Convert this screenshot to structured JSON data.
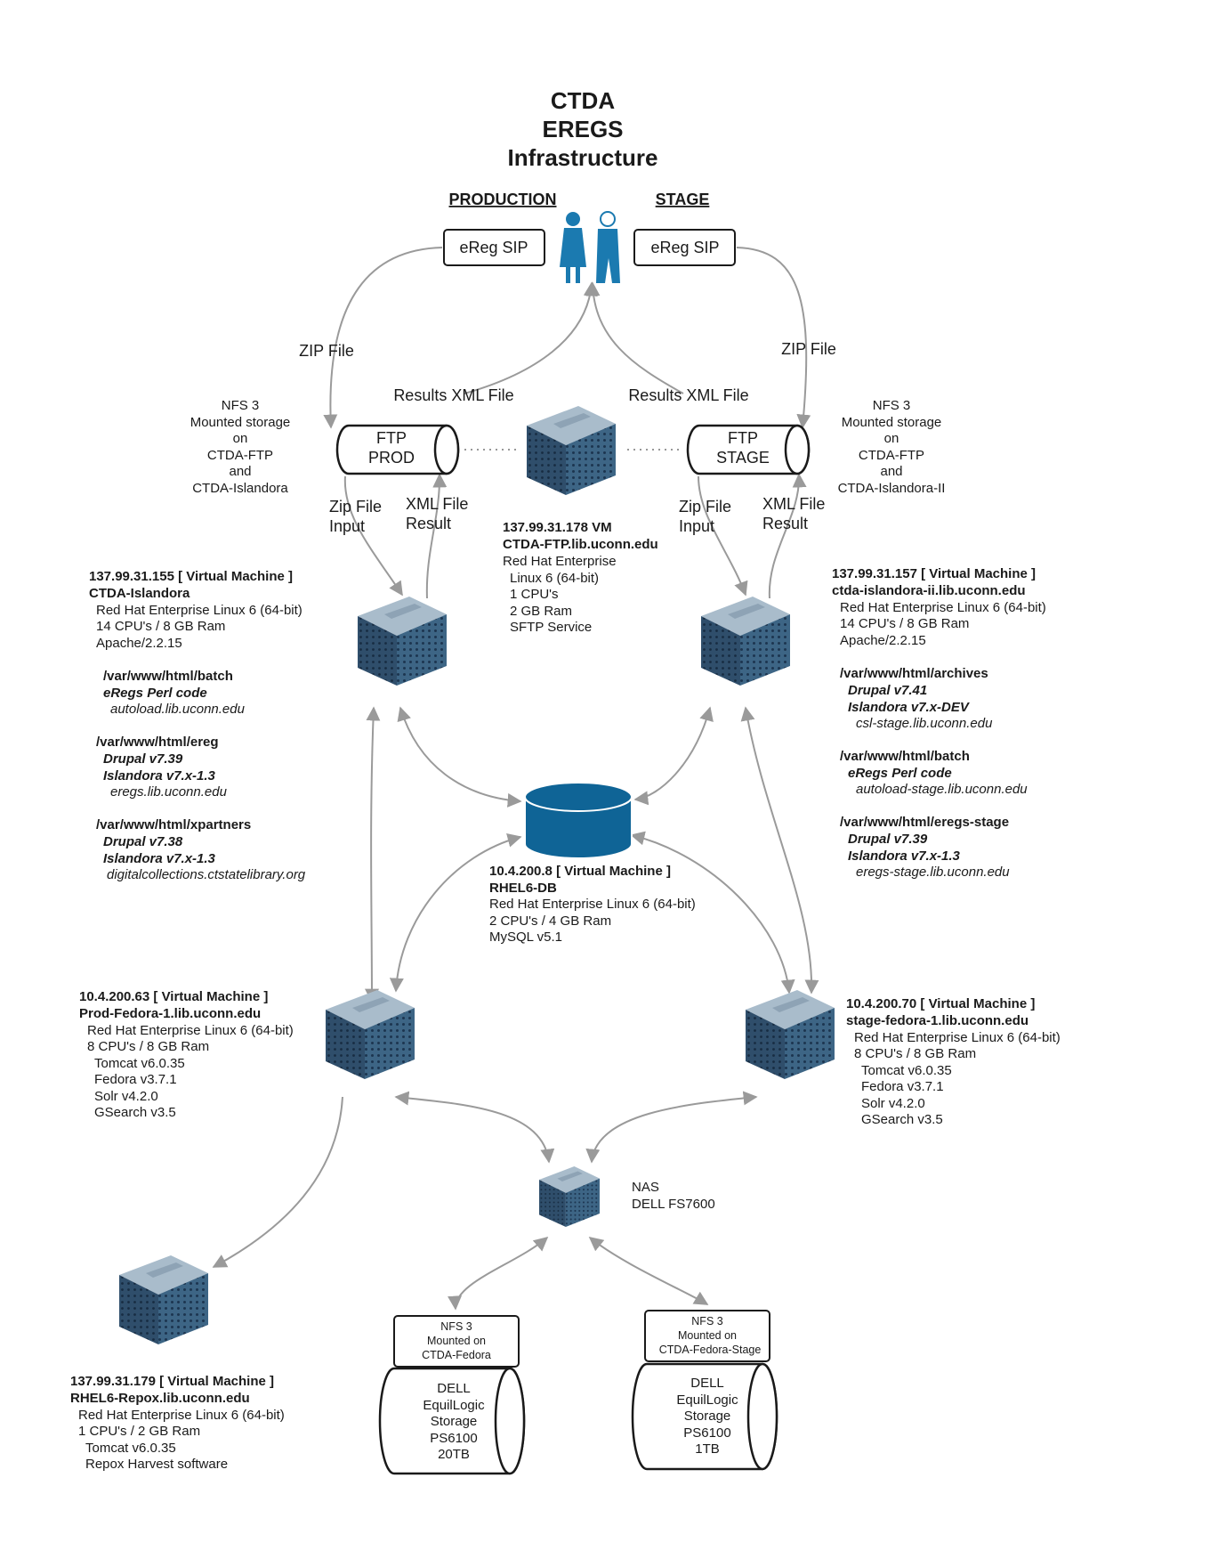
{
  "title": [
    "CTDA",
    "EREGS",
    "Infrastructure"
  ],
  "headers": {
    "production": "PRODUCTION",
    "stage": "STAGE"
  },
  "sip": {
    "production": "eReg SIP",
    "stage": "eReg SIP"
  },
  "edge_labels": {
    "zip_file": "ZIP File",
    "results_xml": "Results XML File",
    "zip_input": [
      "Zip File",
      "Input"
    ],
    "xml_result": [
      "XML File",
      "Result"
    ]
  },
  "ftp": {
    "prod": [
      "FTP",
      "PROD"
    ],
    "stage": [
      "FTP",
      "STAGE"
    ]
  },
  "nfs_prod": [
    "NFS 3",
    "Mounted storage",
    "on",
    "CTDA-FTP",
    "and",
    "CTDA-Islandora"
  ],
  "nfs_stage": [
    "NFS 3",
    "Mounted storage",
    "on",
    "CTDA-FTP",
    "and",
    "CTDA-Islandora-II"
  ],
  "ftp_server": [
    "137.99.31.178 VM",
    "CTDA-FTP.lib.uconn.edu",
    "Red Hat Enterprise",
    "Linux 6 (64-bit)",
    "1 CPU's",
    "2 GB Ram",
    "SFTP Service"
  ],
  "islandora_prod": [
    "137.99.31.155  [ Virtual Machine ]",
    "CTDA-Islandora",
    "Red Hat Enterprise Linux 6 (64-bit)",
    "14 CPU's / 8 GB Ram",
    "Apache/2.2.15",
    "/var/www/html/batch",
    "eRegs Perl code",
    "autoload.lib.uconn.edu",
    "/var/www/html/ereg",
    "Drupal v7.39",
    "Islandora v7.x-1.3",
    "eregs.lib.uconn.edu",
    "/var/www/html/xpartners",
    "Drupal v7.38",
    "Islandora v7.x-1.3",
    "digitalcollections.ctstatelibrary.org"
  ],
  "islandora_stage": [
    "137.99.31.157  [ Virtual Machine ]",
    "ctda-islandora-ii.lib.uconn.edu",
    "Red Hat Enterprise Linux 6 (64-bit)",
    "14 CPU's / 8 GB Ram",
    "Apache/2.2.15",
    "/var/www/html/archives",
    "Drupal v7.41",
    "Islandora v7.x-DEV",
    "csl-stage.lib.uconn.edu",
    "/var/www/html/batch",
    "eRegs Perl code",
    "autoload-stage.lib.uconn.edu",
    "/var/www/html/eregs-stage",
    "Drupal v7.39",
    "Islandora v7.x-1.3",
    "eregs-stage.lib.uconn.edu"
  ],
  "db": [
    "10.4.200.8 [ Virtual Machine ]",
    "RHEL6-DB",
    "Red Hat Enterprise Linux 6 (64-bit)",
    "2 CPU's / 4 GB Ram",
    "MySQL v5.1"
  ],
  "fedora_prod": [
    "10.4.200.63 [ Virtual Machine ]",
    "Prod-Fedora-1.lib.uconn.edu",
    "Red Hat Enterprise Linux 6 (64-bit)",
    "8 CPU's / 8 GB Ram",
    "Tomcat  v6.0.35",
    "Fedora v3.7.1",
    "Solr v4.2.0",
    "GSearch v3.5"
  ],
  "fedora_stage": [
    "10.4.200.70 [ Virtual Machine ]",
    "stage-fedora-1.lib.uconn.edu",
    "Red Hat Enterprise Linux 6 (64-bit)",
    "8 CPU's / 8 GB Ram",
    "Tomcat  v6.0.35",
    "Fedora v3.7.1",
    "Solr v4.2.0",
    "GSearch v3.5"
  ],
  "nas": [
    "NAS",
    "DELL FS7600"
  ],
  "repox": [
    "137.99.31.179 [ Virtual Machine ]",
    "RHEL6-Repox.lib.uconn.edu",
    "Red Hat Enterprise Linux 6 (64-bit)",
    "1 CPU's / 2 GB Ram",
    "Tomcat  v6.0.35",
    "Repox Harvest software"
  ],
  "nfs_fedora": [
    "NFS 3",
    "Mounted on",
    "CTDA-Fedora"
  ],
  "nfs_fedora_stage": [
    "NFS 3",
    "Mounted on",
    "CTDA-Fedora-Stage"
  ],
  "storage_prod": [
    "DELL",
    "EquilLogic",
    "Storage",
    "PS6100",
    "20TB"
  ],
  "storage_stage": [
    "DELL",
    "EquilLogic",
    "Storage",
    "PS6100",
    "1TB"
  ],
  "colors": {
    "server_top": "#9fb3c4",
    "server_side": "#2f4e6b",
    "server_front": "#3d6585",
    "db": "#0f6496",
    "person": "#1b7ab0",
    "arrow": "#9a9a9a"
  },
  "icons": [
    "server-icon",
    "database-icon",
    "person-female-icon",
    "person-male-icon"
  ]
}
